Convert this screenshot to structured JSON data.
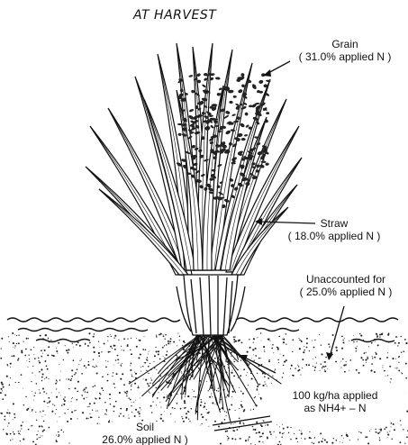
{
  "title": "AT HARVEST",
  "labels": {
    "grain": {
      "name": "Grain",
      "value": "( 31.0% applied N )"
    },
    "straw": {
      "name": "Straw",
      "value": "( 18.0% applied N )"
    },
    "unaccounted": {
      "name": "Unaccounted for",
      "value": "( 25.0% applied N )"
    },
    "applied": {
      "line1": "100 kg/ha applied",
      "line2": "as NH4+ – N"
    },
    "soil": {
      "name": "Soil",
      "value": "26.0% applied N )"
    }
  },
  "colors": {
    "ink": "#111111",
    "background": "#ffffff",
    "soil_stipple": "#222222"
  }
}
